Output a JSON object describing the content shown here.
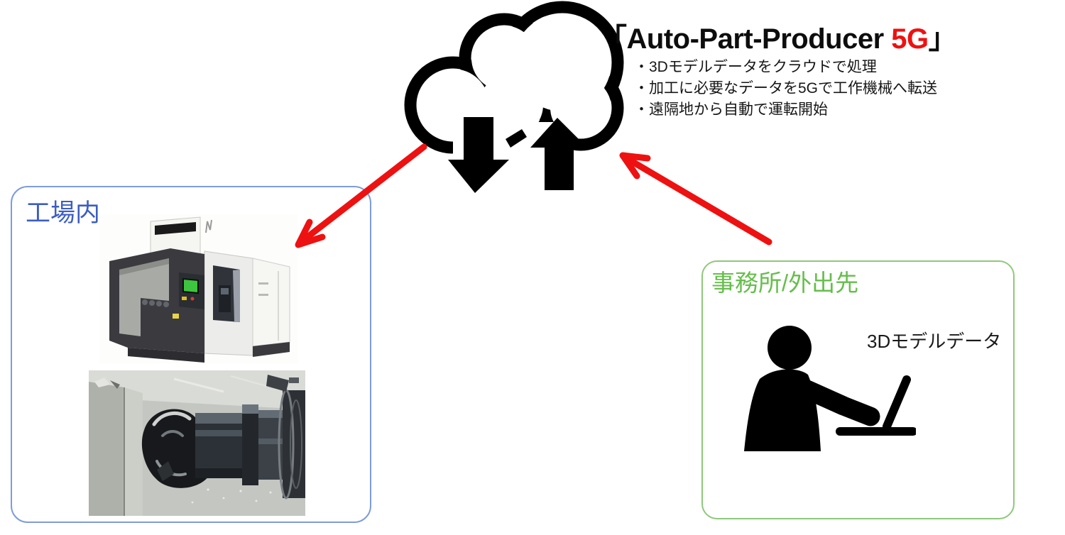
{
  "diagram_title": {
    "prefix": "「Auto-Part-Producer ",
    "accent": "5G",
    "suffix": "」"
  },
  "cloud": {
    "icon": "cloud-upload-download-icon",
    "bullets": [
      "・3Dモデルデータをクラウドで処理",
      "・加工に必要なデータを5Gで工作機械へ転送",
      "・遠隔地から自動で運転開始"
    ]
  },
  "factory_box": {
    "label": "工場内",
    "photos": [
      "cnc-machining-center-photo",
      "machined-metal-part-photo"
    ]
  },
  "office_box": {
    "label": "事務所/外出先",
    "data_label": "3Dモデルデータ",
    "icon": "person-at-laptop-icon"
  },
  "arrows": {
    "left": "cloud-to-factory-red-arrow",
    "right": "office-to-cloud-red-arrow"
  },
  "colors": {
    "accent_red": "#EE1111",
    "factory_blue_text": "#3D5EC0",
    "factory_blue_border": "#7E9CD9",
    "office_green_text": "#66BE4C",
    "office_green_border": "#8FC87C",
    "black": "#000000"
  }
}
